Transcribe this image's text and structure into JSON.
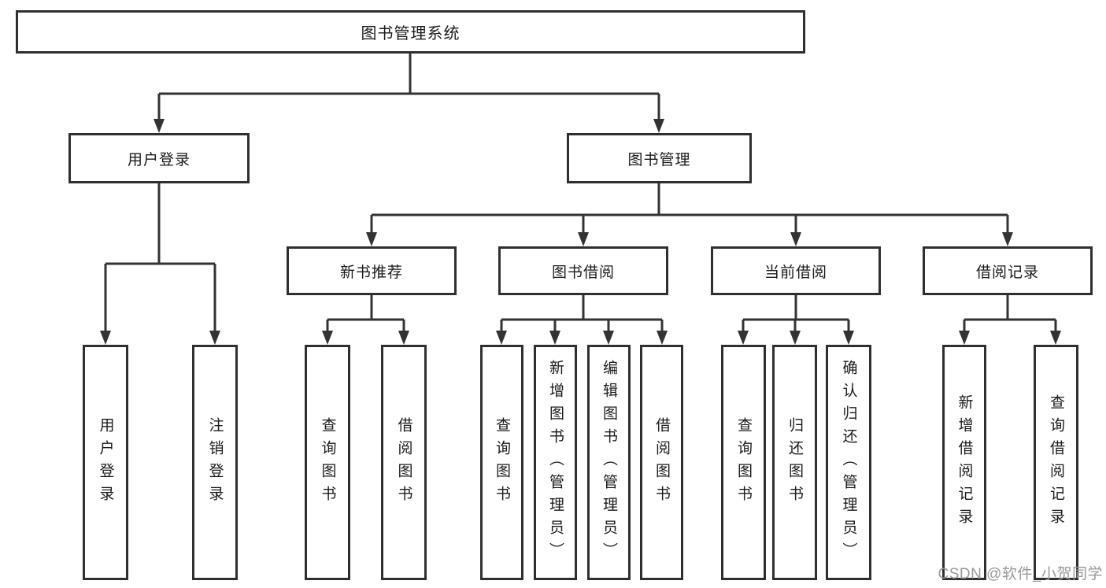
{
  "title_node": "图书管理系统",
  "level1": {
    "user": "用户登录",
    "book": "图书管理"
  },
  "level2": {
    "newbook": "新书推荐",
    "borrow": "图书借阅",
    "current": "当前借阅",
    "records": "借阅记录"
  },
  "leaves": {
    "user": [
      "用户登录",
      "注销登录"
    ],
    "newbook": [
      "查询图书",
      "借阅图书"
    ],
    "borrow": [
      "查询图书",
      "新增图书（管理员）",
      "编辑图书（管理员）",
      "借阅图书"
    ],
    "current": [
      "查询图书",
      "归还图书",
      "确认归还（管理员）"
    ],
    "records": [
      "新增借阅记录",
      "查询借阅记录"
    ]
  },
  "watermark": "CSDN @软件_小贺同学",
  "colors": {
    "line": "#333333",
    "box_border": "#2f2f2f",
    "text": "#1a1a1a",
    "watermark": "#999999",
    "background": "#ffffff"
  }
}
